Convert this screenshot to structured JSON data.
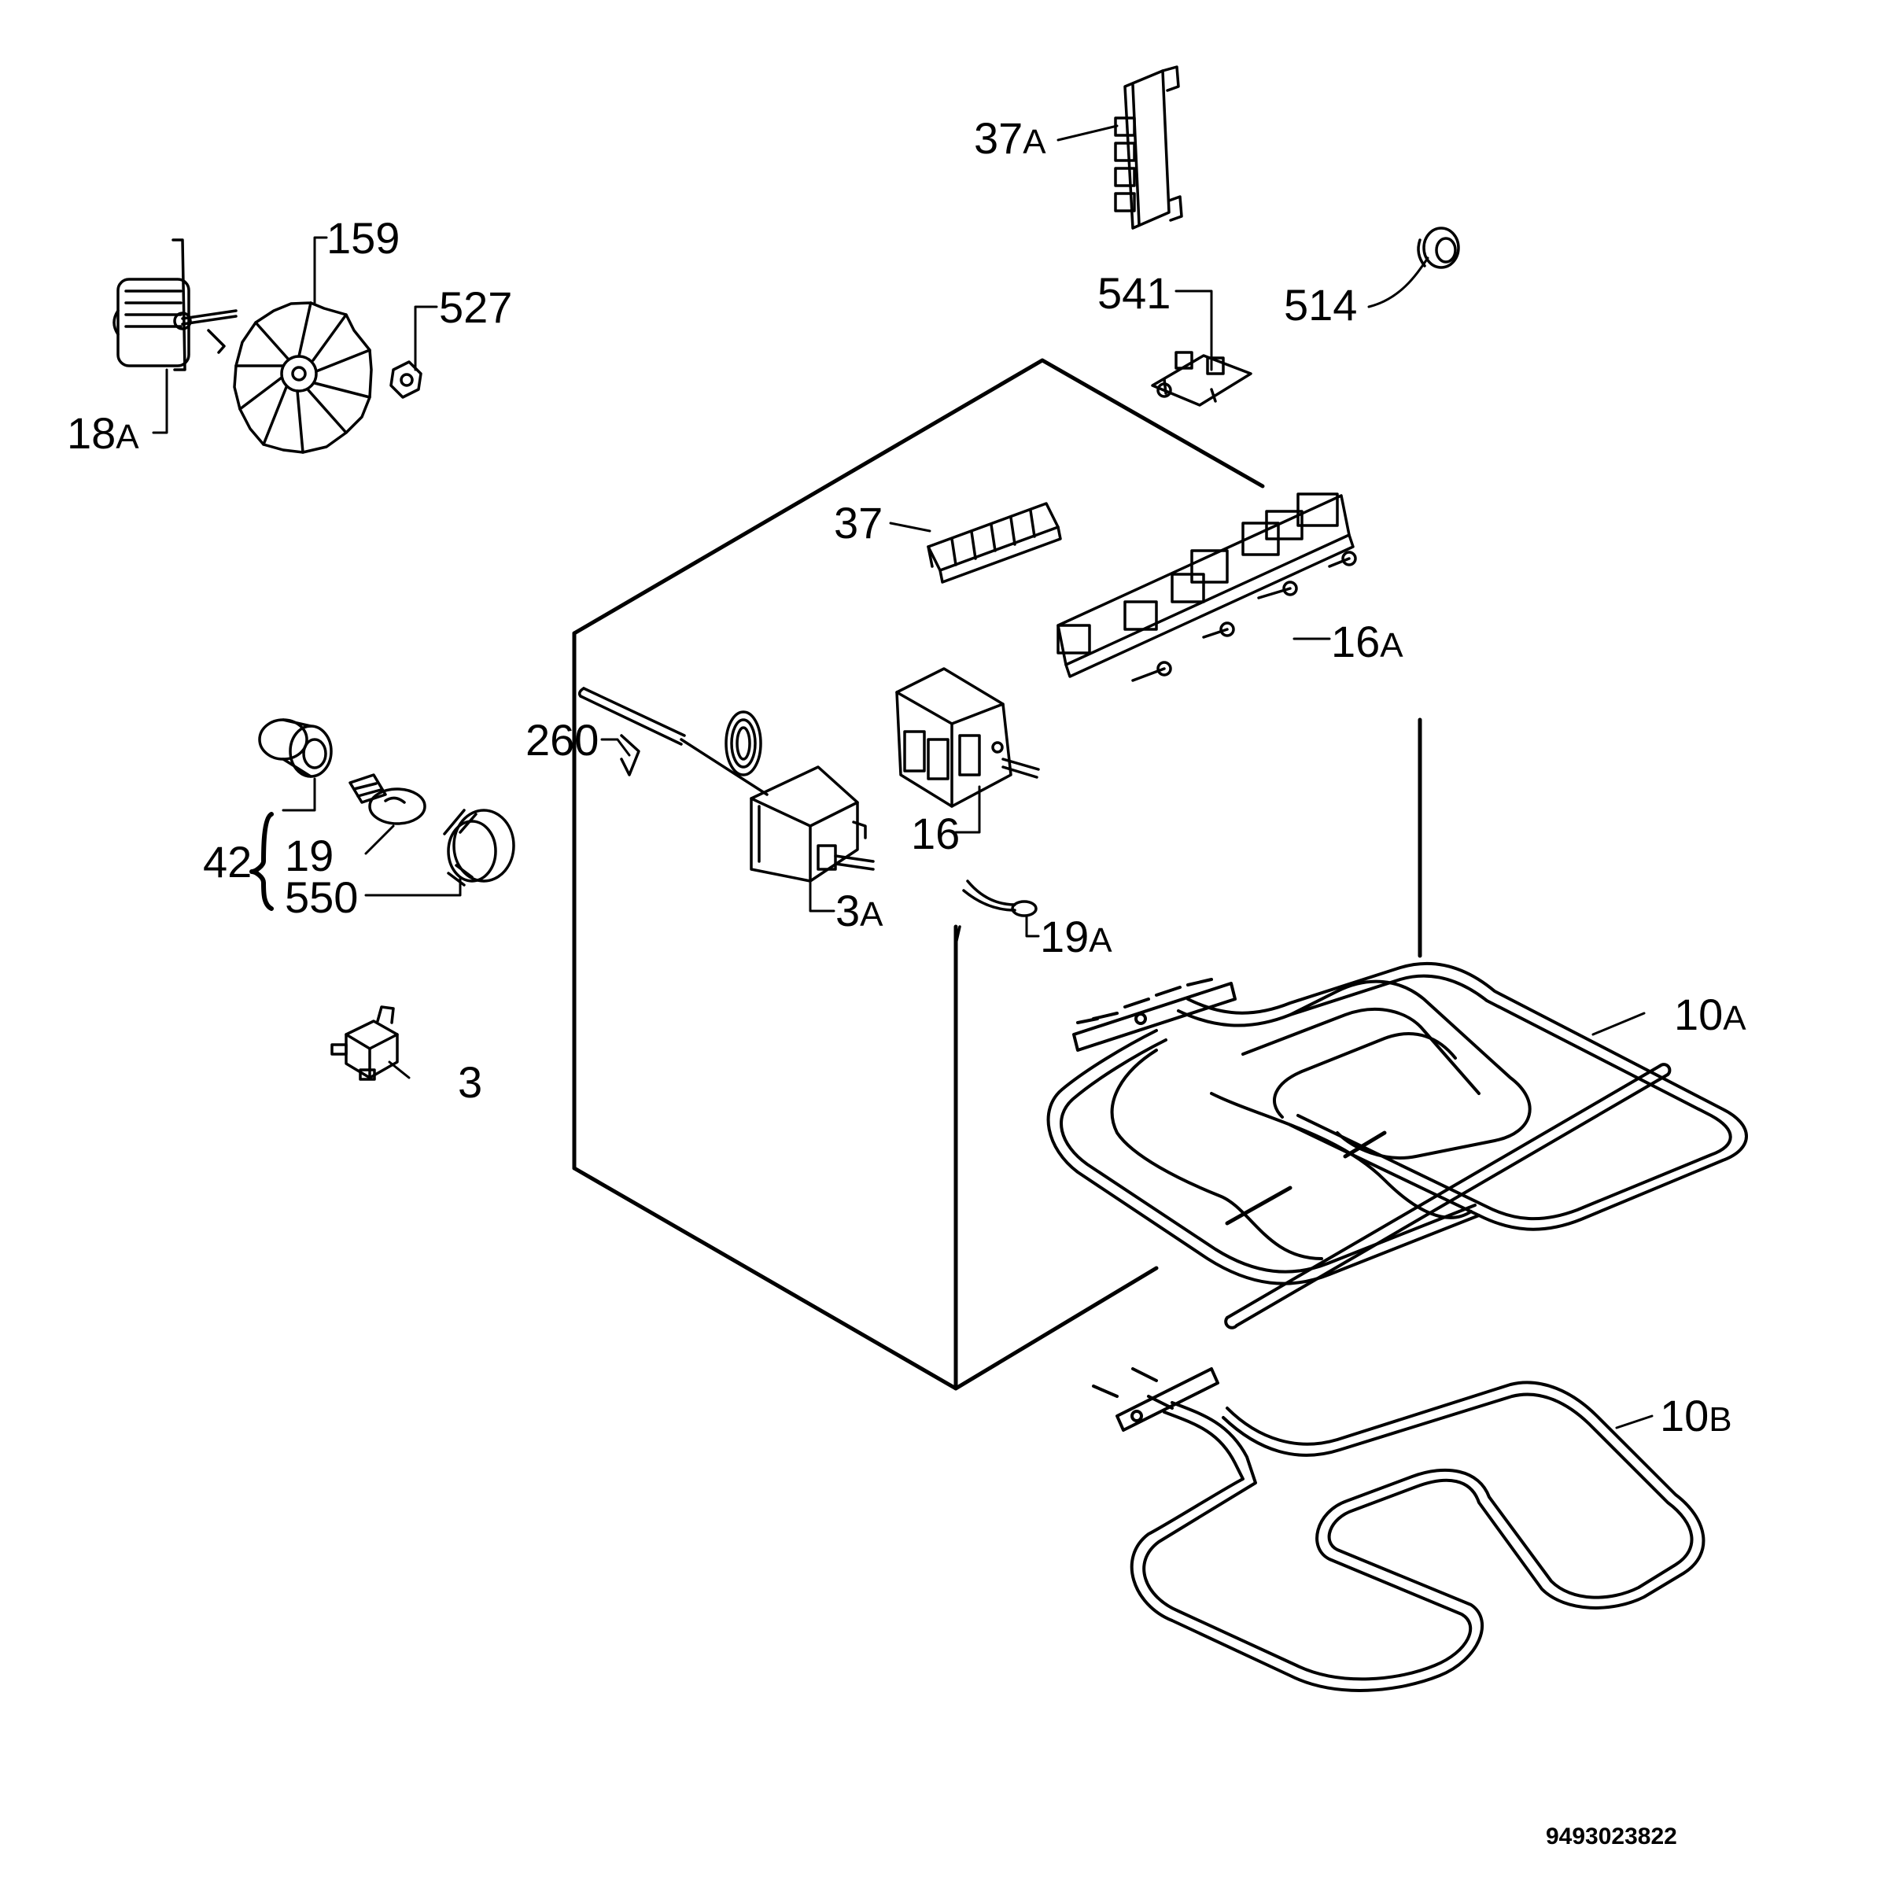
{
  "diagram": {
    "doc_code": "9493023822",
    "colors": {
      "ink": "#000000",
      "paper": "#ffffff"
    },
    "parts": [
      {
        "id": "37A",
        "num": "37",
        "suffix": "A"
      },
      {
        "id": "541",
        "num": "541",
        "suffix": ""
      },
      {
        "id": "514",
        "num": "514",
        "suffix": ""
      },
      {
        "id": "159",
        "num": "159",
        "suffix": ""
      },
      {
        "id": "527",
        "num": "527",
        "suffix": ""
      },
      {
        "id": "18A",
        "num": "18",
        "suffix": "A"
      },
      {
        "id": "37",
        "num": "37",
        "suffix": ""
      },
      {
        "id": "16A",
        "num": "16",
        "suffix": "A"
      },
      {
        "id": "260",
        "num": "260",
        "suffix": ""
      },
      {
        "id": "16",
        "num": "16",
        "suffix": ""
      },
      {
        "id": "42",
        "num": "42",
        "suffix": ""
      },
      {
        "id": "19",
        "num": "19",
        "suffix": ""
      },
      {
        "id": "550",
        "num": "550",
        "suffix": ""
      },
      {
        "id": "3A",
        "num": "3",
        "suffix": "A"
      },
      {
        "id": "19A",
        "num": "19",
        "suffix": "A"
      },
      {
        "id": "3",
        "num": "3",
        "suffix": ""
      },
      {
        "id": "10A",
        "num": "10",
        "suffix": "A"
      },
      {
        "id": "10B",
        "num": "10",
        "suffix": "B"
      }
    ]
  }
}
